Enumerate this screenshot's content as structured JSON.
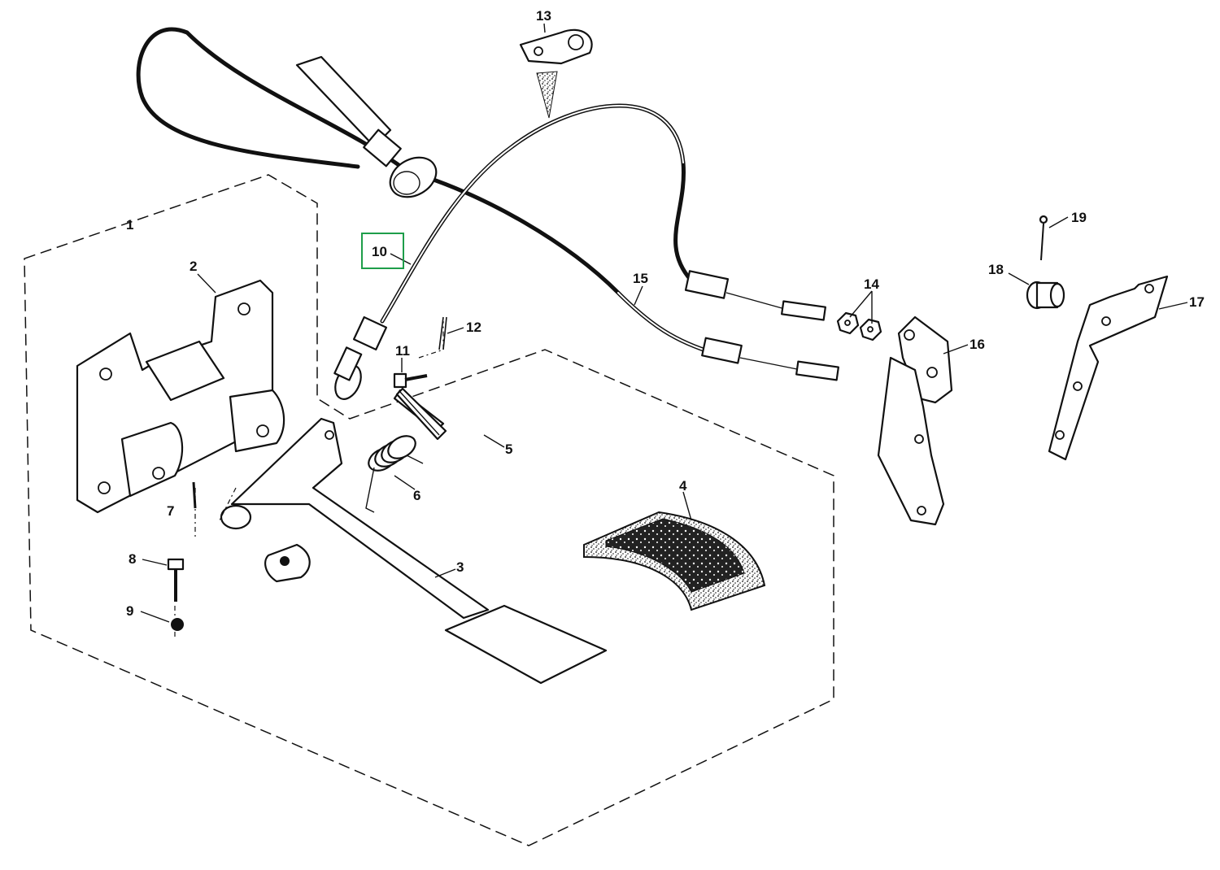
{
  "diagram": {
    "highlighted_callout": "10",
    "highlight_color": "#1e9e4a",
    "callouts": {
      "c1": "1",
      "c2": "2",
      "c3": "3",
      "c4": "4",
      "c5": "5",
      "c6": "6",
      "c7": "7",
      "c8": "8",
      "c9": "9",
      "c10": "10",
      "c11": "11",
      "c12": "12",
      "c13": "13",
      "c14": "14",
      "c15": "15",
      "c16": "16",
      "c17": "17",
      "c18": "18",
      "c19": "19"
    }
  }
}
